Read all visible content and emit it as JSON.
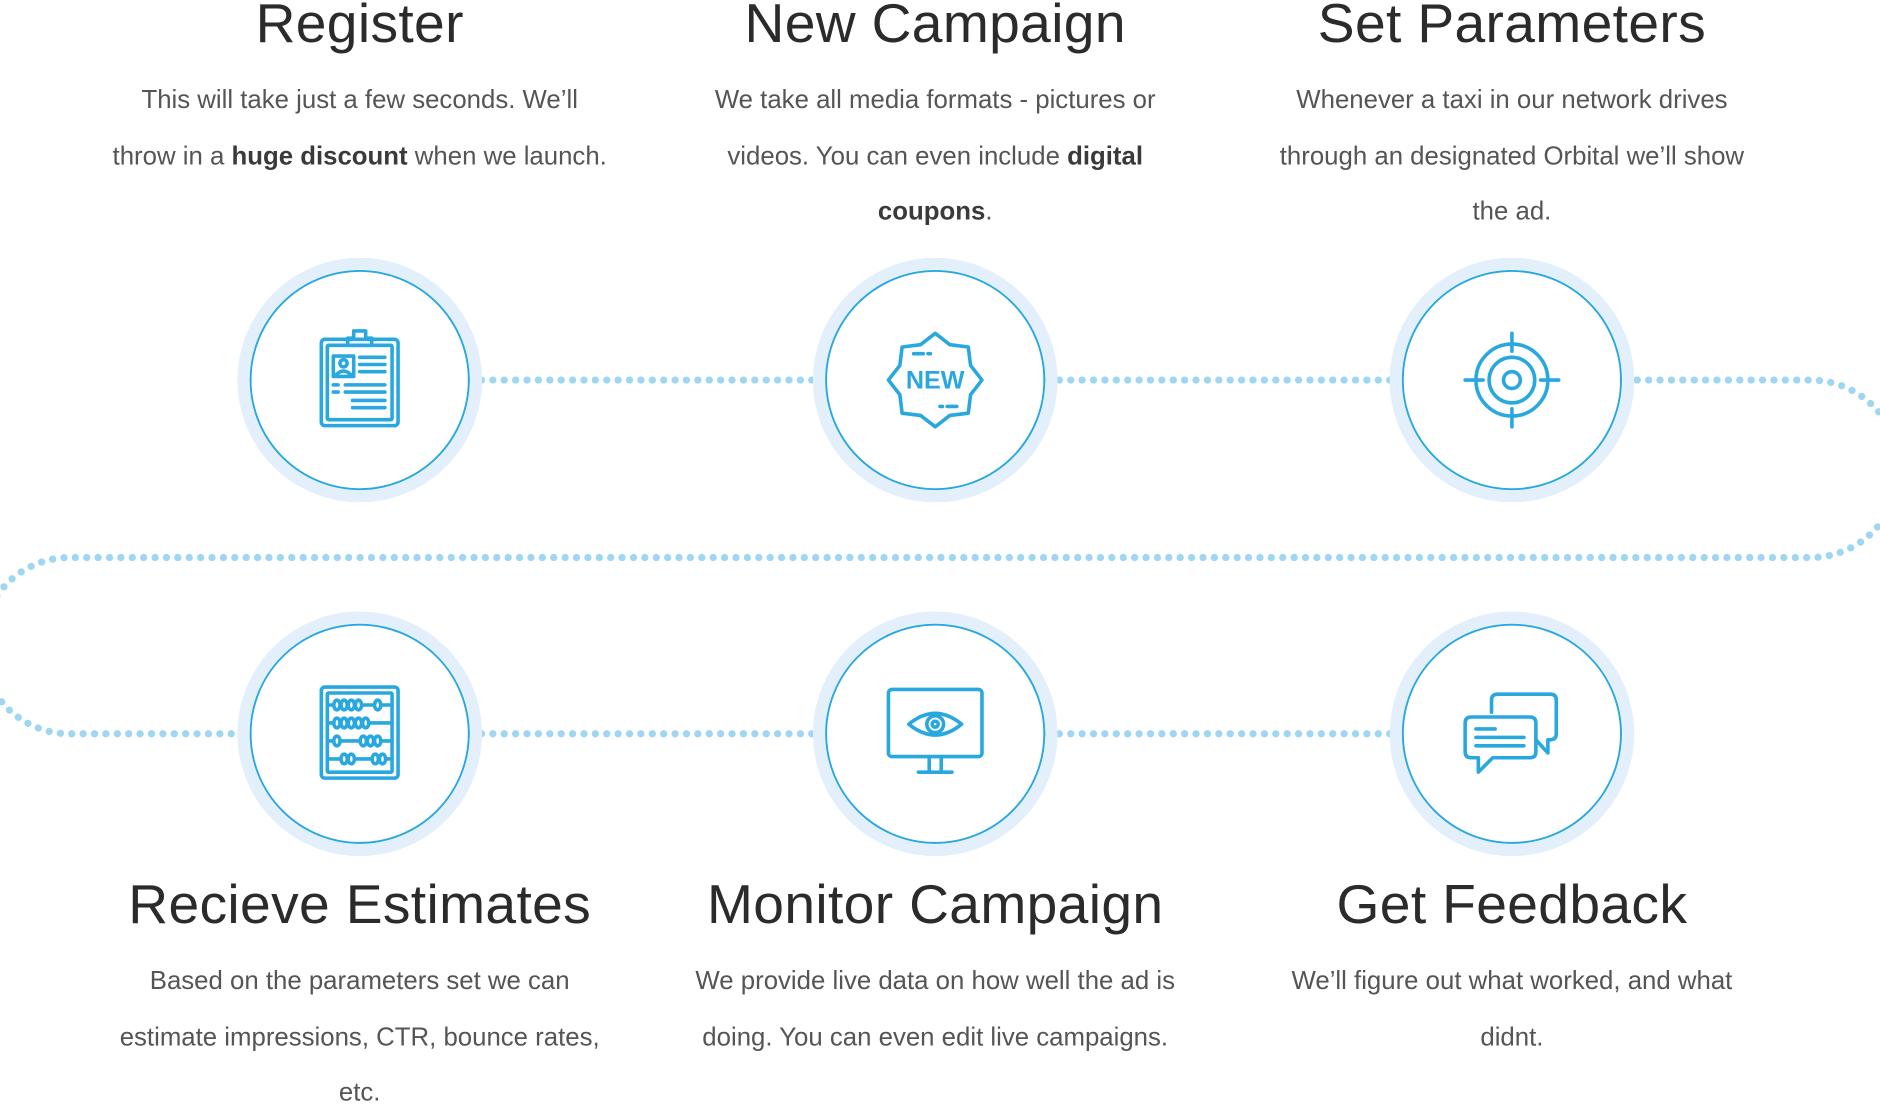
{
  "accent_color": "#29a8e0",
  "ring_color": "#e3f0fb",
  "connector_color": "#9fd6f1",
  "steps": [
    {
      "title": "Register",
      "icon": "clipboard-id-icon",
      "desc_pre": "This will take just a few seconds. We’ll throw in a ",
      "desc_bold": "huge discount",
      "desc_post": " when we launch."
    },
    {
      "title": "New Campaign",
      "icon": "new-badge-icon",
      "new_label": "NEW",
      "desc_pre": "We take all media formats - pictures or videos. You can even include ",
      "desc_bold": "digital coupons",
      "desc_post": "."
    },
    {
      "title": "Set Parameters",
      "icon": "target-icon",
      "desc_pre": "Whenever a taxi in our network drives through an designated Orbital we’ll show the ad.",
      "desc_bold": "",
      "desc_post": ""
    },
    {
      "title": "Recieve Estimates",
      "icon": "abacus-icon",
      "desc_pre": "Based on the parameters set we can estimate impressions, CTR, bounce rates, etc.",
      "desc_bold": "",
      "desc_post": ""
    },
    {
      "title": "Monitor Campaign",
      "icon": "monitor-eye-icon",
      "desc_pre": "We provide live data on how well the ad is doing. You can even edit live campaigns.",
      "desc_bold": "",
      "desc_post": ""
    },
    {
      "title": "Get Feedback",
      "icon": "chat-bubbles-icon",
      "desc_pre": "We’ll figure out what worked, and what didnt.",
      "desc_bold": "",
      "desc_post": ""
    }
  ]
}
